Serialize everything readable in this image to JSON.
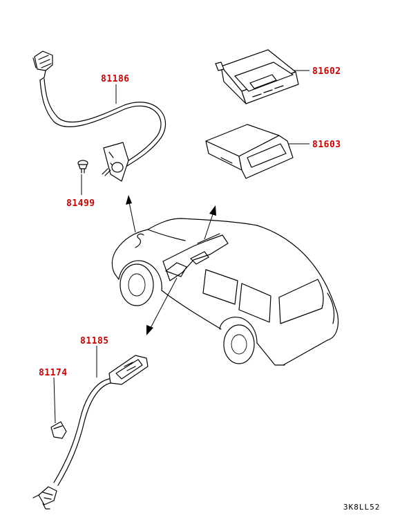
{
  "colors": {
    "callout": "#cc0000",
    "linework": "#000000",
    "background": "#ffffff"
  },
  "callouts": [
    {
      "id": "c81186",
      "label": "81186"
    },
    {
      "id": "c81499",
      "label": "81499"
    },
    {
      "id": "c81602",
      "label": "81602"
    },
    {
      "id": "c81603",
      "label": "81603"
    },
    {
      "id": "c81185",
      "label": "81185"
    },
    {
      "id": "c81174",
      "label": "81174"
    }
  ],
  "drawing_code": "3K8LL52"
}
